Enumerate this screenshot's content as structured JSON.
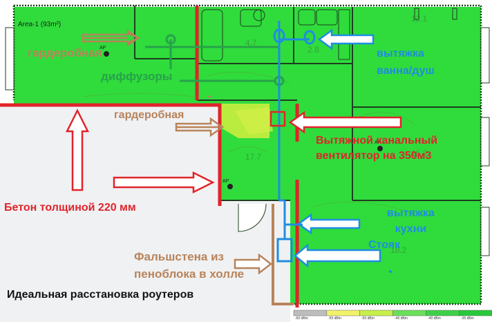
{
  "area": {
    "label": "Area-1 (93m²)"
  },
  "rooms": [
    {
      "id": "r1",
      "number": "4.7"
    },
    {
      "id": "r2",
      "number": "2.8"
    },
    {
      "id": "r3",
      "number": "17.7"
    },
    {
      "id": "r4",
      "number": "12.1"
    },
    {
      "id": "r5",
      "number": "15.2"
    },
    {
      "id": "r6",
      "number": "18.2"
    }
  ],
  "access_points": [
    {
      "id": "ap1",
      "label": "AP"
    },
    {
      "id": "ap2",
      "label": "AP"
    },
    {
      "id": "ap3",
      "label": "AP"
    }
  ],
  "annotations": {
    "wardrobe_top": "гардеробная",
    "diffusers": "диффузоры",
    "exhaust_bath": "вытяжка\nванна/душ",
    "wardrobe_mid": "гардеробная",
    "duct_fan": "Вытяжной канальный\nвентилятор на 350м3",
    "concrete": "Бетон толщиной 220 мм",
    "exhaust_kitchen": "вытяжка\nкухни",
    "riser": "Стояк",
    "false_wall": "Фальшстена из\nпеноблока в холле",
    "ideal_placement": "Идеальная расстановка роутеров"
  },
  "legend": {
    "labels": [
      "-60 dBm",
      "-55 dBm",
      "-50 dBm",
      "-45 dBm",
      "-40 dBm",
      "-35 dBm"
    ],
    "colors": [
      "#bdbdbd",
      "#f2f26a",
      "#c6ef4a",
      "#6ae05a",
      "#3fd04a",
      "#28c83c"
    ]
  },
  "colors": {
    "heatmap_green": "#2fdc3c",
    "heatmap_lime": "#b9ec3e",
    "wall_dark": "#1f3d1f",
    "red_wall": "#e0242a",
    "brown_wall": "#b8835a",
    "duct_blue": "#1f8de0",
    "diffuser_green": "#27a24a"
  }
}
